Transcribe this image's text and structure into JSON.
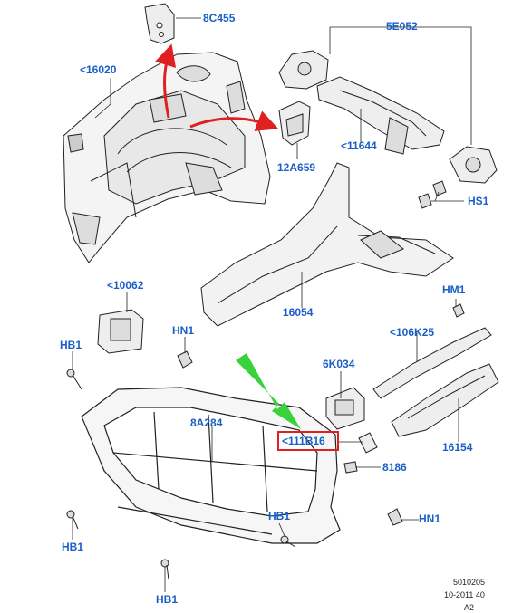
{
  "labels": {
    "p8C455": "8C455",
    "p5E052": "5E052",
    "p16020": "<16020",
    "p11644": "<11644",
    "p12A659": "12A659",
    "pHS1": "HS1",
    "p10062": "<10062",
    "p16054": "16054",
    "pHM1": "HM1",
    "pHN1_top": "HN1",
    "p106K25": "<106K25",
    "pHB1_left": "HB1",
    "p6K034": "6K034",
    "p8A284": "8A284",
    "p111B16": "<111B16",
    "p16154": "16154",
    "p8186": "8186",
    "pHB1_mid": "HB1",
    "pHN1_bottom": "HN1",
    "pHB1_lowleft": "HB1",
    "pHB1_bottom": "HB1"
  },
  "footer": {
    "code": "5010205",
    "date": "10-2011 40",
    "rev": "A2"
  },
  "colors": {
    "label": "#1a5fc8",
    "highlight": "#e02020",
    "red_arrow": "#e02020",
    "green_arrow": "#3ad23a"
  }
}
